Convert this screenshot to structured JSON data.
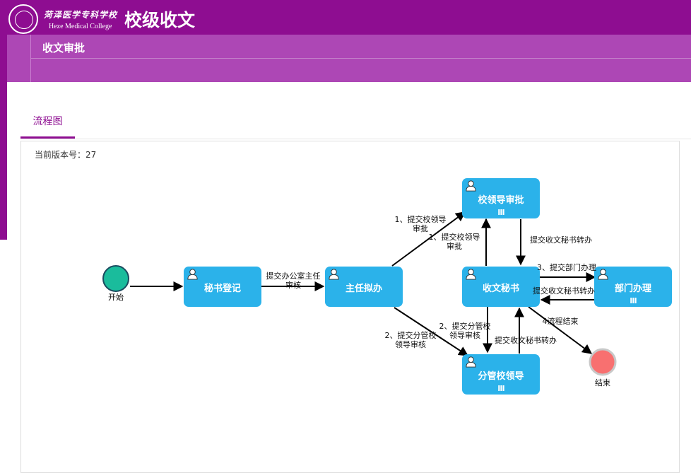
{
  "header": {
    "school_cn": "菏泽医学专科学校",
    "school_en": "Heze Medical College",
    "app_title": "校级收文",
    "colors": {
      "primary": "#8e0d91",
      "secondary": "#ad47b5",
      "node": "#2bb2ea",
      "start": "#1abc9c",
      "end": "#f87070"
    }
  },
  "page": {
    "title": "收文审批"
  },
  "tabs": [
    {
      "label": "流程图",
      "active": true
    }
  ],
  "diagram": {
    "version_label": "当前版本号：27",
    "start_label": "开始",
    "end_label": "结束",
    "nodes": {
      "secretary_register": {
        "label": "秘书登记"
      },
      "director_draft": {
        "label": "主任拟办"
      },
      "school_leader_approve": {
        "label": "校领导审批",
        "multi": "Ⅲ"
      },
      "receive_secretary": {
        "label": "收文秘书"
      },
      "dept_handle": {
        "label": "部门办理",
        "multi": "Ⅲ"
      },
      "branch_leader": {
        "label": "分管校领导",
        "multi": "Ⅲ"
      }
    },
    "edges": {
      "to_office_director": [
        "提交办公室主任",
        "审核"
      ],
      "director_to_leader": [
        "1、提交校领导",
        "审批"
      ],
      "secretary_to_leader": [
        "1、提交校领导",
        "审批"
      ],
      "director_to_branch": [
        "2、提交分管校",
        "领导审核"
      ],
      "secretary_to_branch": [
        "2、提交分管校",
        "领导审核"
      ],
      "leader_to_secretary": "提交收文秘书转办",
      "branch_to_secretary": "提交收文秘书转办",
      "to_dept": "3、提交部门办理",
      "dept_to_secretary": "提交收文秘书转办",
      "to_end": "4流程结束"
    }
  }
}
